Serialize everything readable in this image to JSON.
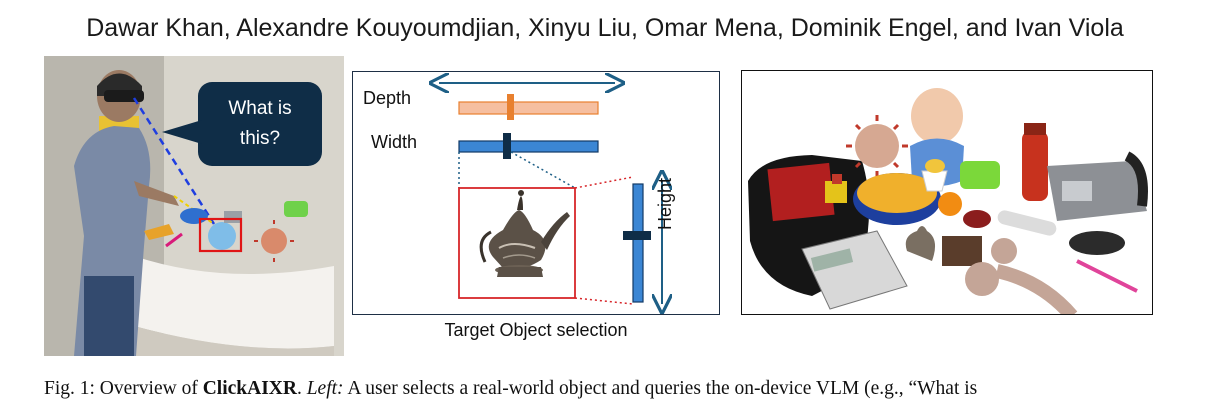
{
  "header": {
    "authors": "Dawar Khan, Alexandre Kouyoumdjian, Xinyu Liu, Omar Mena, Dominik Engel, and Ivan Viola"
  },
  "left_panel": {
    "bubble_line1": "What is",
    "bubble_line2": "this?"
  },
  "middle_panel": {
    "depth_label": "Depth",
    "width_label": "Width",
    "height_label": "Height",
    "caption": "Target Object selection",
    "depth_color": "#f6bfa0",
    "depth_marker_color": "#e8802f",
    "bar_color": "#3b86d4",
    "marker_color": "#0f2d47",
    "arrow_color": "#1e5f86"
  },
  "figure_caption": {
    "prefix": "Fig. 1: Overview of ",
    "system_name": "ClickAIXR",
    "after_name": ". ",
    "left_label": "Left:",
    "text": " A user selects a real-world object and queries the on-device VLM (e.g., “What is"
  }
}
